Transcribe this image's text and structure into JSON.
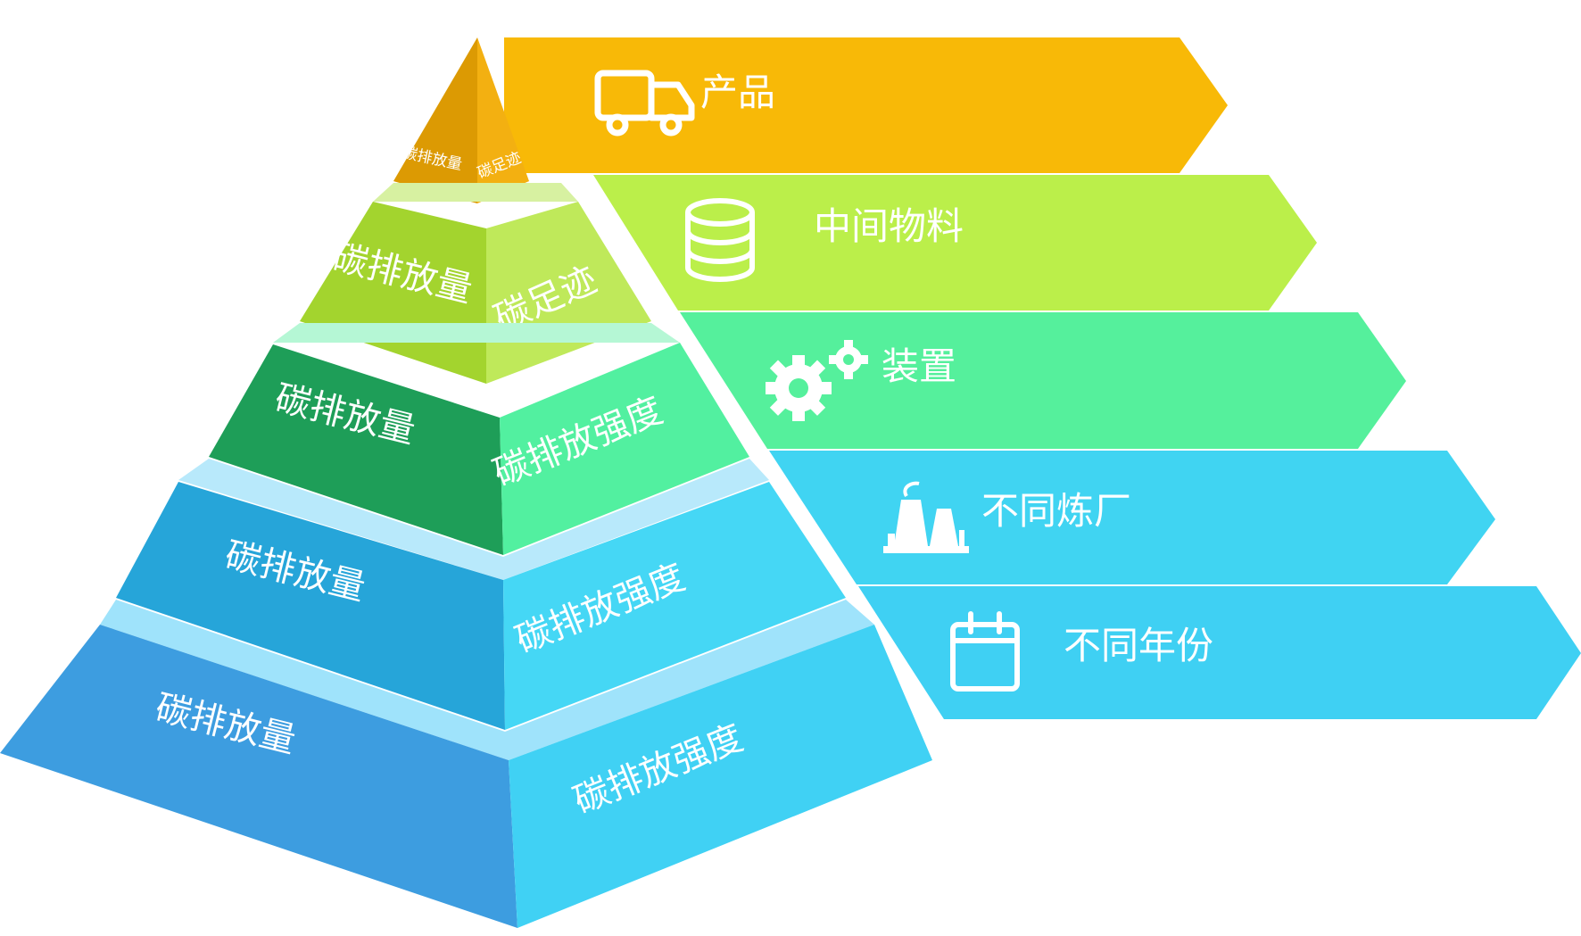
{
  "pyramid": {
    "levels": [
      {
        "id": "top",
        "left_label": "碳排放量",
        "right_label": "碳足迹",
        "colors": {
          "left": "#dc9a03",
          "right": "#f3b011",
          "band": "#f5c842"
        }
      },
      {
        "id": "second",
        "left_label": "碳排放量",
        "right_label": "碳足迹",
        "colors": {
          "left": "#a3d42e",
          "right": "#bfe95a",
          "band": "#d7f1a1"
        }
      },
      {
        "id": "third",
        "left_label": "碳排放量",
        "right_label": "碳排放强度",
        "colors": {
          "left": "#1e9e58",
          "right": "#52f0a0",
          "band": "#b5f7d5"
        }
      },
      {
        "id": "fourth",
        "left_label": "碳排放量",
        "right_label": "碳排放强度",
        "colors": {
          "left": "#26a5d9",
          "right": "#45d7f5",
          "band": "#b8e9fb"
        }
      },
      {
        "id": "bottom",
        "left_label": "碳排放量",
        "right_label": "碳排放强度",
        "colors": {
          "left": "#3d9de0",
          "right": "#40d1f4",
          "band": "#9fe3fb"
        }
      }
    ]
  },
  "arrows": [
    {
      "id": "product",
      "label": "产品",
      "icon": "truck-icon",
      "color": "#f8b907"
    },
    {
      "id": "intermediate",
      "label": "中间物料",
      "icon": "database-icon",
      "color": "#bbef4a"
    },
    {
      "id": "equipment",
      "label": "装置",
      "icon": "gears-icon",
      "color": "#55f09c"
    },
    {
      "id": "refinery",
      "label": "不同炼厂",
      "icon": "factory-icon",
      "color": "#40d4f2"
    },
    {
      "id": "year",
      "label": "不同年份",
      "icon": "calendar-icon",
      "color": "#3fd0f3"
    }
  ]
}
